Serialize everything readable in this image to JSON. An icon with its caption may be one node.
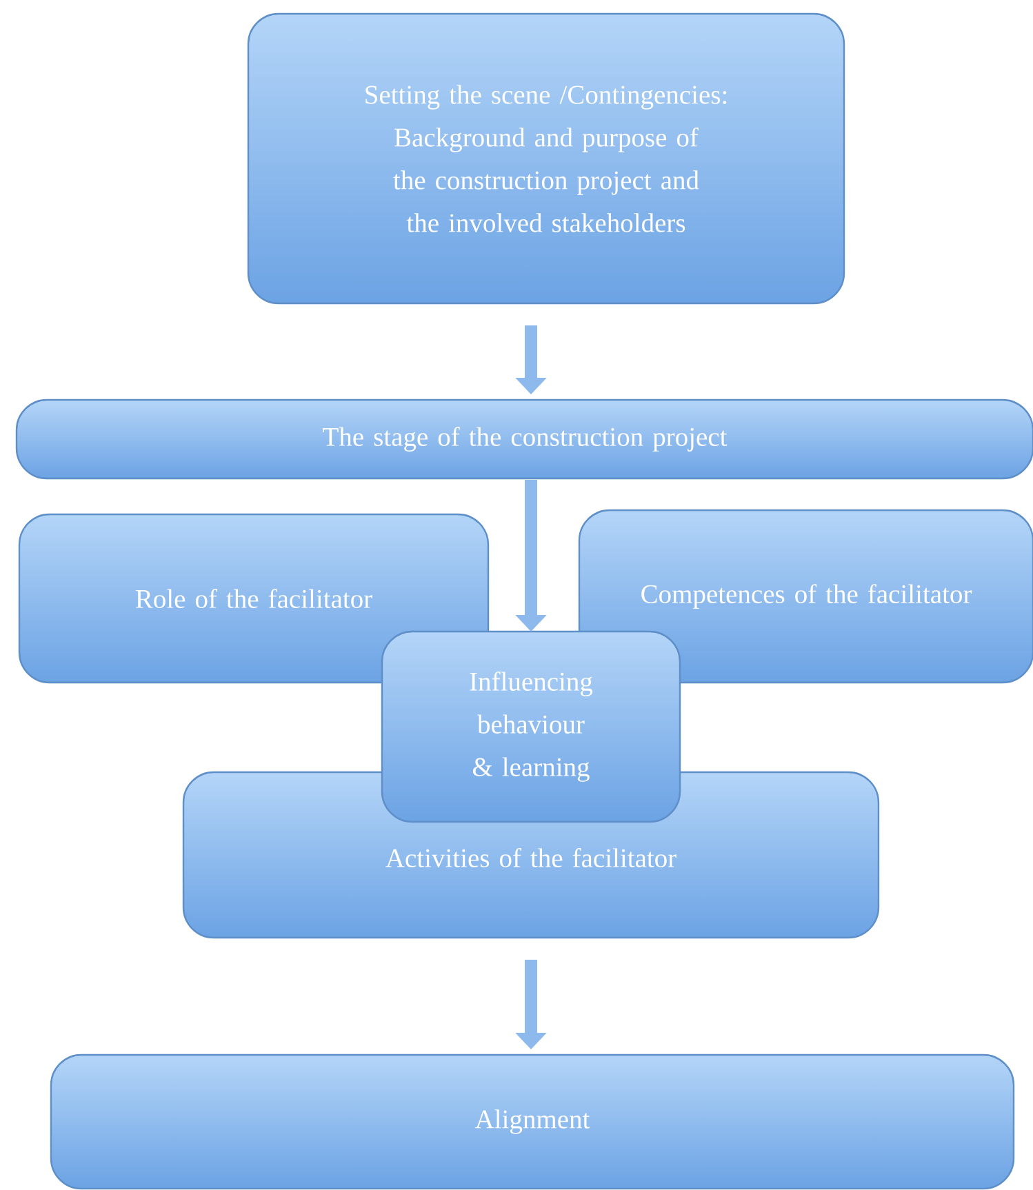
{
  "diagram": {
    "nodes": [
      {
        "text": [
          "Setting the scene /Contingencies: Background and purpose of the construction project and the involved stakeholders"
        ]
      },
      {
        "text": [
          "The stage of the construction project"
        ]
      },
      {
        "text": [
          "Role of the facilitator"
        ]
      },
      {
        "text": [
          "Competences of the facilitator"
        ]
      },
      {
        "text": [
          "Activities of the facilitator"
        ]
      },
      {
        "text": [
          "Influencing behaviour & learning"
        ]
      },
      {
        "text": [
          "Alignment"
        ]
      }
    ],
    "edges": [
      {
        "from": 0,
        "to": 1,
        "arrow": "to"
      },
      {
        "from": 1,
        "to": 5,
        "arrow": "to"
      },
      {
        "from": 4,
        "to": 6,
        "arrow": "to"
      }
    ]
  }
}
